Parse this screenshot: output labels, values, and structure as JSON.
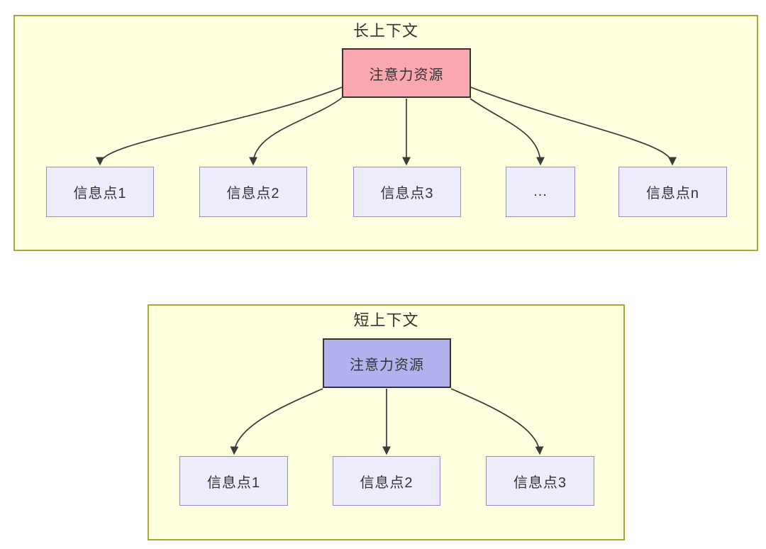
{
  "diagram": {
    "long_context": {
      "title": "长上下文",
      "attention_label": "注意力资源",
      "nodes": [
        "信息点1",
        "信息点2",
        "信息点3",
        "...",
        "信息点n"
      ]
    },
    "short_context": {
      "title": "短上下文",
      "attention_label": "注意力资源",
      "nodes": [
        "信息点1",
        "信息点2",
        "信息点3"
      ]
    },
    "colors": {
      "section_background": "#fdffdf",
      "section_border": "#a8a832",
      "attention_long_fill": "#f9a8b0",
      "attention_short_fill": "#b2b2ef",
      "attention_border": "#333333",
      "node_fill": "#ececfd",
      "node_border": "#9d86d9",
      "arrow": "#3a3a3a",
      "text": "#333333"
    }
  }
}
